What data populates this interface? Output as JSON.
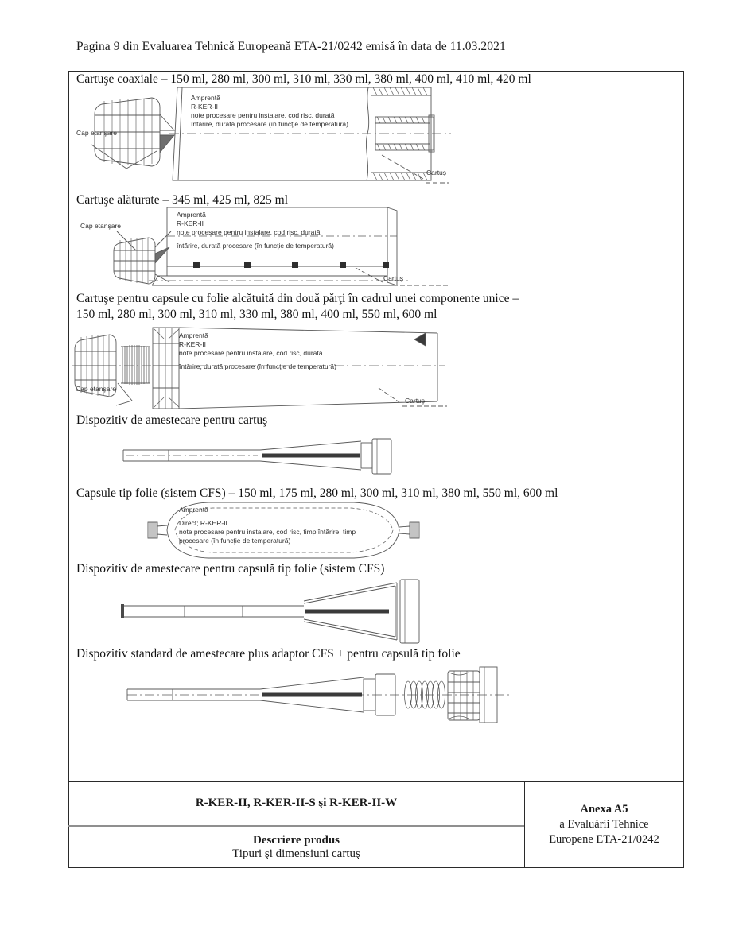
{
  "page": {
    "header": "Pagina 9 din Evaluarea Tehnică Europeană ETA-21/0242 emisă în data de 11.03.2021"
  },
  "colors": {
    "box_border": "#2a2a2a",
    "drawing_line": "#585858",
    "footer_divider": "#8f8f8f"
  },
  "sections": {
    "coaxial": {
      "title": "Cartuşe coaxiale – 150 ml, 280 ml, 300 ml, 310 ml, 330 ml, 380 ml, 400 ml, 410 ml, 420 ml"
    },
    "side_by_side": {
      "title": "Cartuşe alăturate – 345 ml, 425 ml, 825 ml"
    },
    "foil_two_part": {
      "title_line1": "Cartuşe pentru capsule cu folie alcătuită din două părţi în cadrul unei componente unice –",
      "title_line2": "150 ml, 280 ml, 300 ml, 310 ml, 330 ml, 380 ml, 400 ml, 550 ml, 600 ml"
    },
    "cartridge_mixer": {
      "title": "Dispozitiv de amestecare pentru cartuş"
    },
    "foil_capsules": {
      "title": "Capsule tip folie (sistem CFS) – 150 ml, 175 ml, 280 ml, 300 ml, 310 ml, 380 ml, 550 ml, 600 ml"
    },
    "cfs_mixer": {
      "title": "Dispozitiv de amestecare pentru capsulă tip folie (sistem CFS)"
    },
    "standard_mixer_adapter": {
      "title": "Dispozitiv standard de amestecare plus adaptor CFS + pentru capsulă tip folie"
    }
  },
  "drawing_labels": {
    "cap_seal": "Cap etanşare",
    "cartridge": "Cartuş",
    "imprint": "Amprentă",
    "product_code": "R-KER-II",
    "note_line1": "note procesare pentru instalare, cod risc, durată",
    "note_line2": "întărire, durată procesare (în funcţie de temperatură)",
    "direct_code": "Direct; R-KER-II",
    "cfs_note_line1": "note procesare pentru instalare, cod risc, timp întărire, timp",
    "cfs_note_line2": "procesare (în funcţie de temperatură)"
  },
  "footer": {
    "product_names": "R-KER-II, R-KER-II-S şi R-KER-II-W",
    "description_title": "Descriere produs",
    "description_subtitle": "Tipuri şi dimensiuni cartuş",
    "annex_title": "Anexa A5",
    "annex_line2": "a Evaluării Tehnice",
    "annex_line3": "Europene ETA-21/0242"
  }
}
